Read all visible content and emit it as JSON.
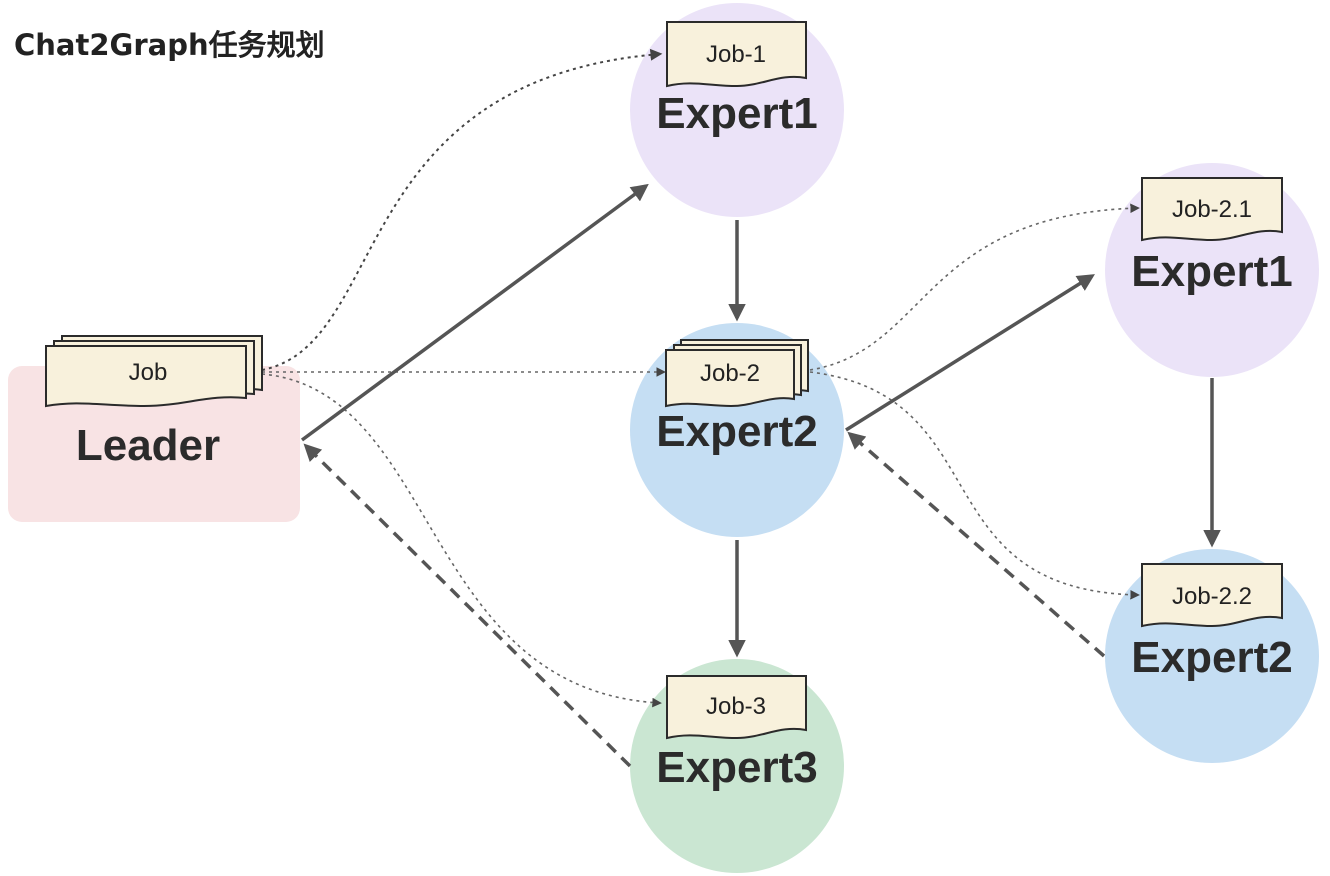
{
  "title": "Chat2Graph任务规划",
  "colors": {
    "leader_bg": "#f8e3e4",
    "expert1_bg": "#ebe3f8",
    "expert2_bg": "#c5def3",
    "expert3_bg": "#cae6d2",
    "doc_bg": "#f8f1dc",
    "arrow": "#555555"
  },
  "nodes": {
    "leader": {
      "label": "Leader",
      "doc": "Job"
    },
    "expert1_main": {
      "label": "Expert1",
      "doc": "Job-1"
    },
    "expert2_main": {
      "label": "Expert2",
      "doc": "Job-2"
    },
    "expert3_main": {
      "label": "Expert3",
      "doc": "Job-3"
    },
    "expert1_sub": {
      "label": "Expert1",
      "doc": "Job-2.1"
    },
    "expert2_sub": {
      "label": "Expert2",
      "doc": "Job-2.2"
    }
  }
}
